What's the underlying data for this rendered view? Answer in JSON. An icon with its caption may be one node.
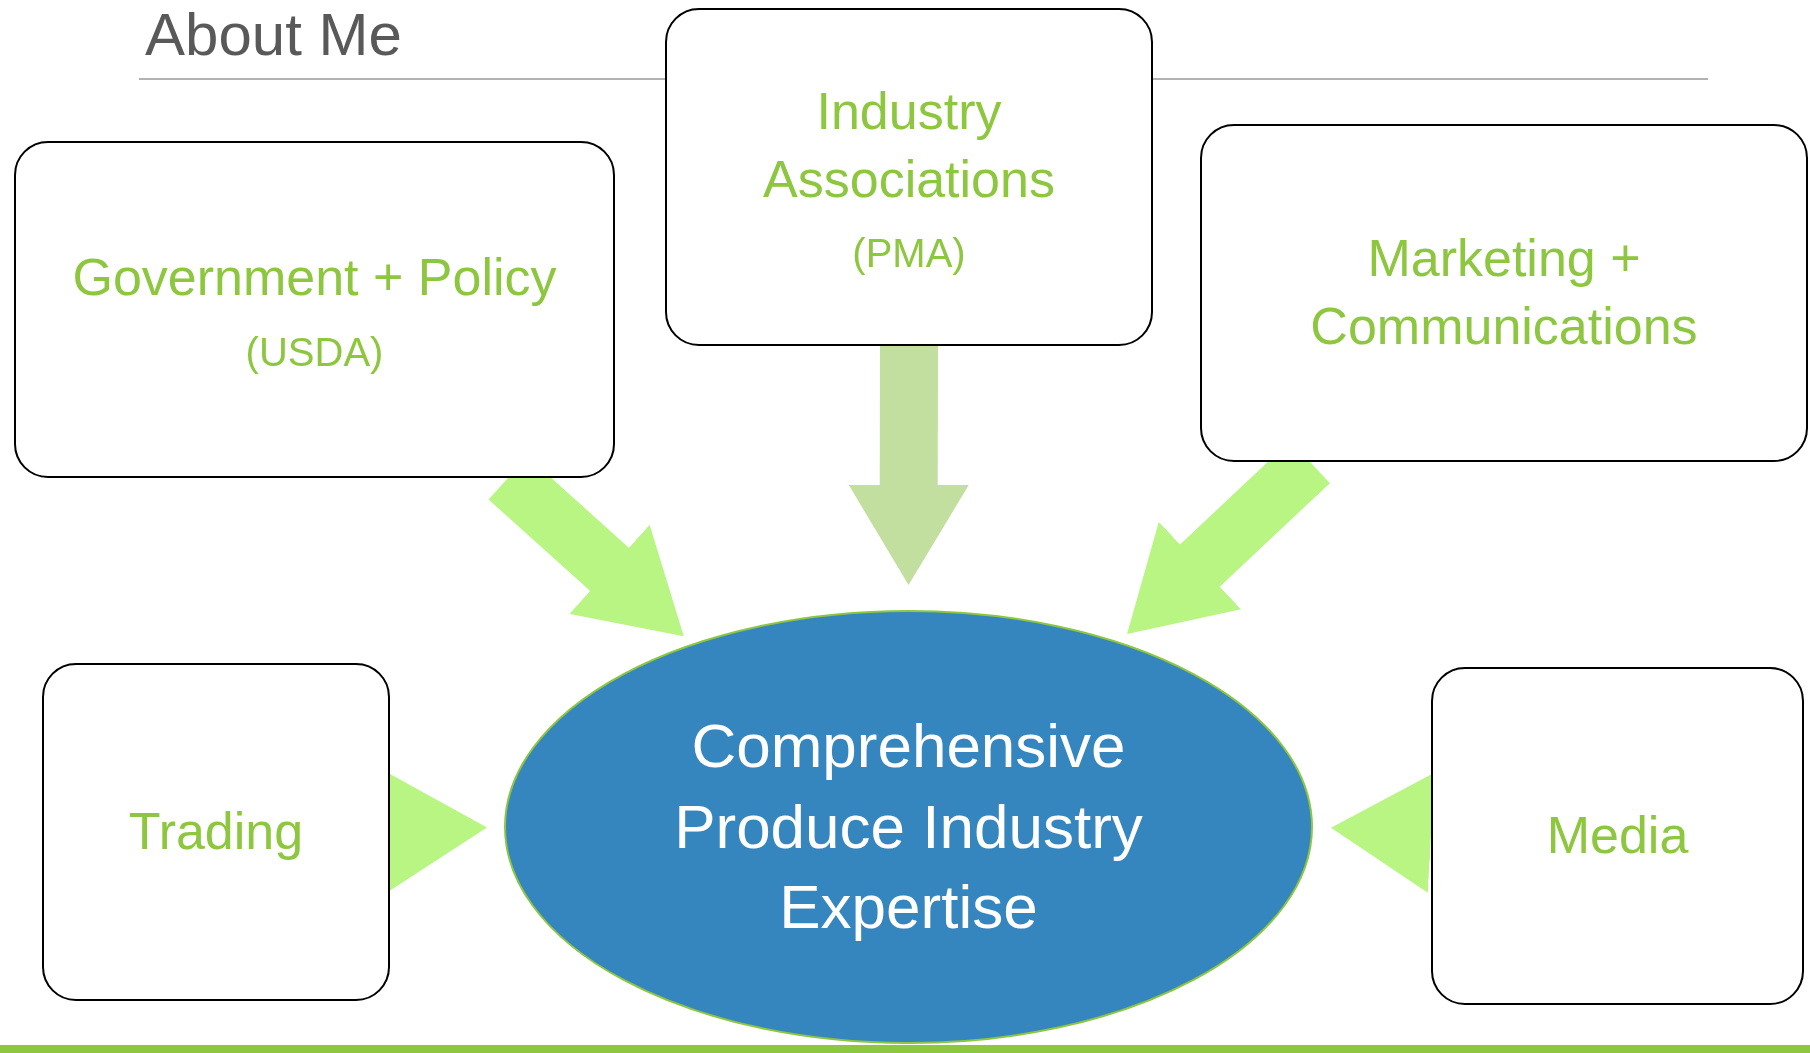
{
  "diagram": {
    "title": "About Me",
    "nodes": [
      {
        "text": [
          "Government + Policy",
          "(USDA)"
        ]
      },
      {
        "text": [
          "Industry Associations",
          "(PMA)"
        ]
      },
      {
        "text": [
          "Marketing + Communications"
        ]
      },
      {
        "text": [
          "Trading"
        ]
      },
      {
        "text": [
          "Comprehensive Produce Industry Expertise"
        ]
      },
      {
        "text": [
          "Media"
        ]
      }
    ],
    "edges": [
      {
        "from": 0,
        "to": 4,
        "arrow": "to"
      },
      {
        "from": 1,
        "to": 4,
        "arrow": "to",
        "color": "#c2dfa0"
      },
      {
        "from": 2,
        "to": 4,
        "arrow": "to"
      },
      {
        "from": 3,
        "to": 4,
        "arrow": "to"
      },
      {
        "from": 5,
        "to": 4,
        "arrow": "to"
      }
    ]
  }
}
